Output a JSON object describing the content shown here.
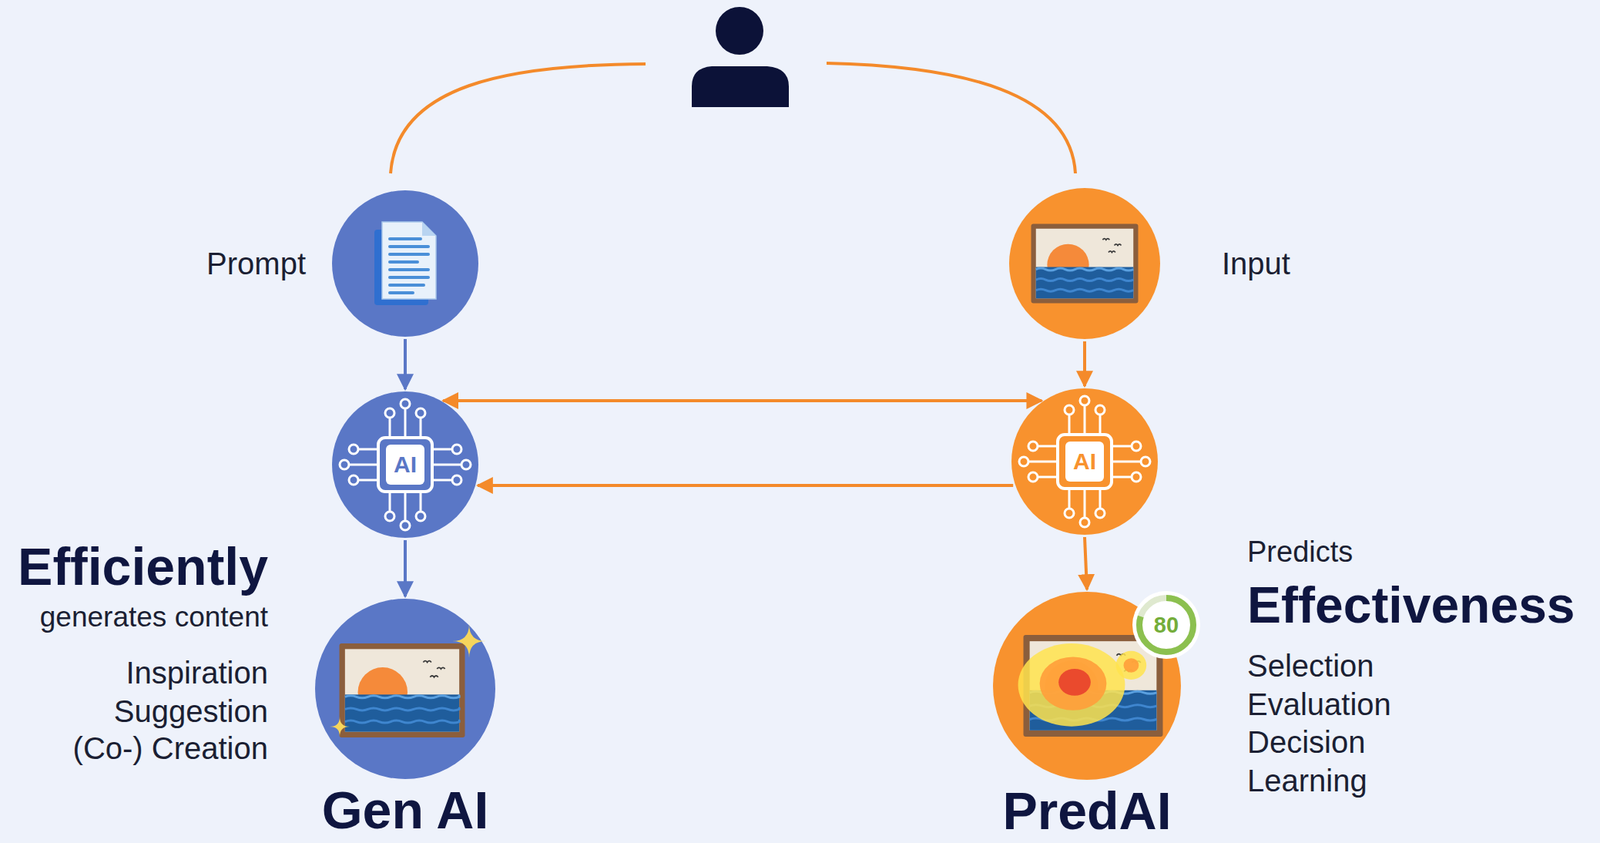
{
  "diagram": {
    "nodes": [
      {
        "text": [
          "Prompt"
        ]
      },
      {
        "text": [
          "AI"
        ]
      },
      {
        "text": [
          "Gen AI"
        ]
      },
      {
        "text": [
          "Input"
        ]
      },
      {
        "text": [
          "AI"
        ]
      },
      {
        "text": [
          "PredAI"
        ]
      },
      {
        "text": [
          "80"
        ],
        "in": 5
      }
    ],
    "edges": [
      {
        "from": 0,
        "to": 1,
        "arrow": "to"
      },
      {
        "from": 1,
        "to": 2,
        "arrow": "to"
      },
      {
        "from": 3,
        "to": 4,
        "arrow": "to"
      },
      {
        "from": 4,
        "to": 5,
        "arrow": "to"
      },
      {
        "from": 1,
        "to": 4,
        "arrow": "both"
      },
      {
        "from": 4,
        "to": 1,
        "arrow": "to"
      }
    ],
    "labels": [
      "Efficiently",
      "generates content",
      "Inspiration",
      "Suggestion",
      "(Co-) Creation",
      "Predicts",
      "Effectiveness",
      "Selection",
      "Evaluation",
      "Decision",
      "Learning"
    ]
  }
}
